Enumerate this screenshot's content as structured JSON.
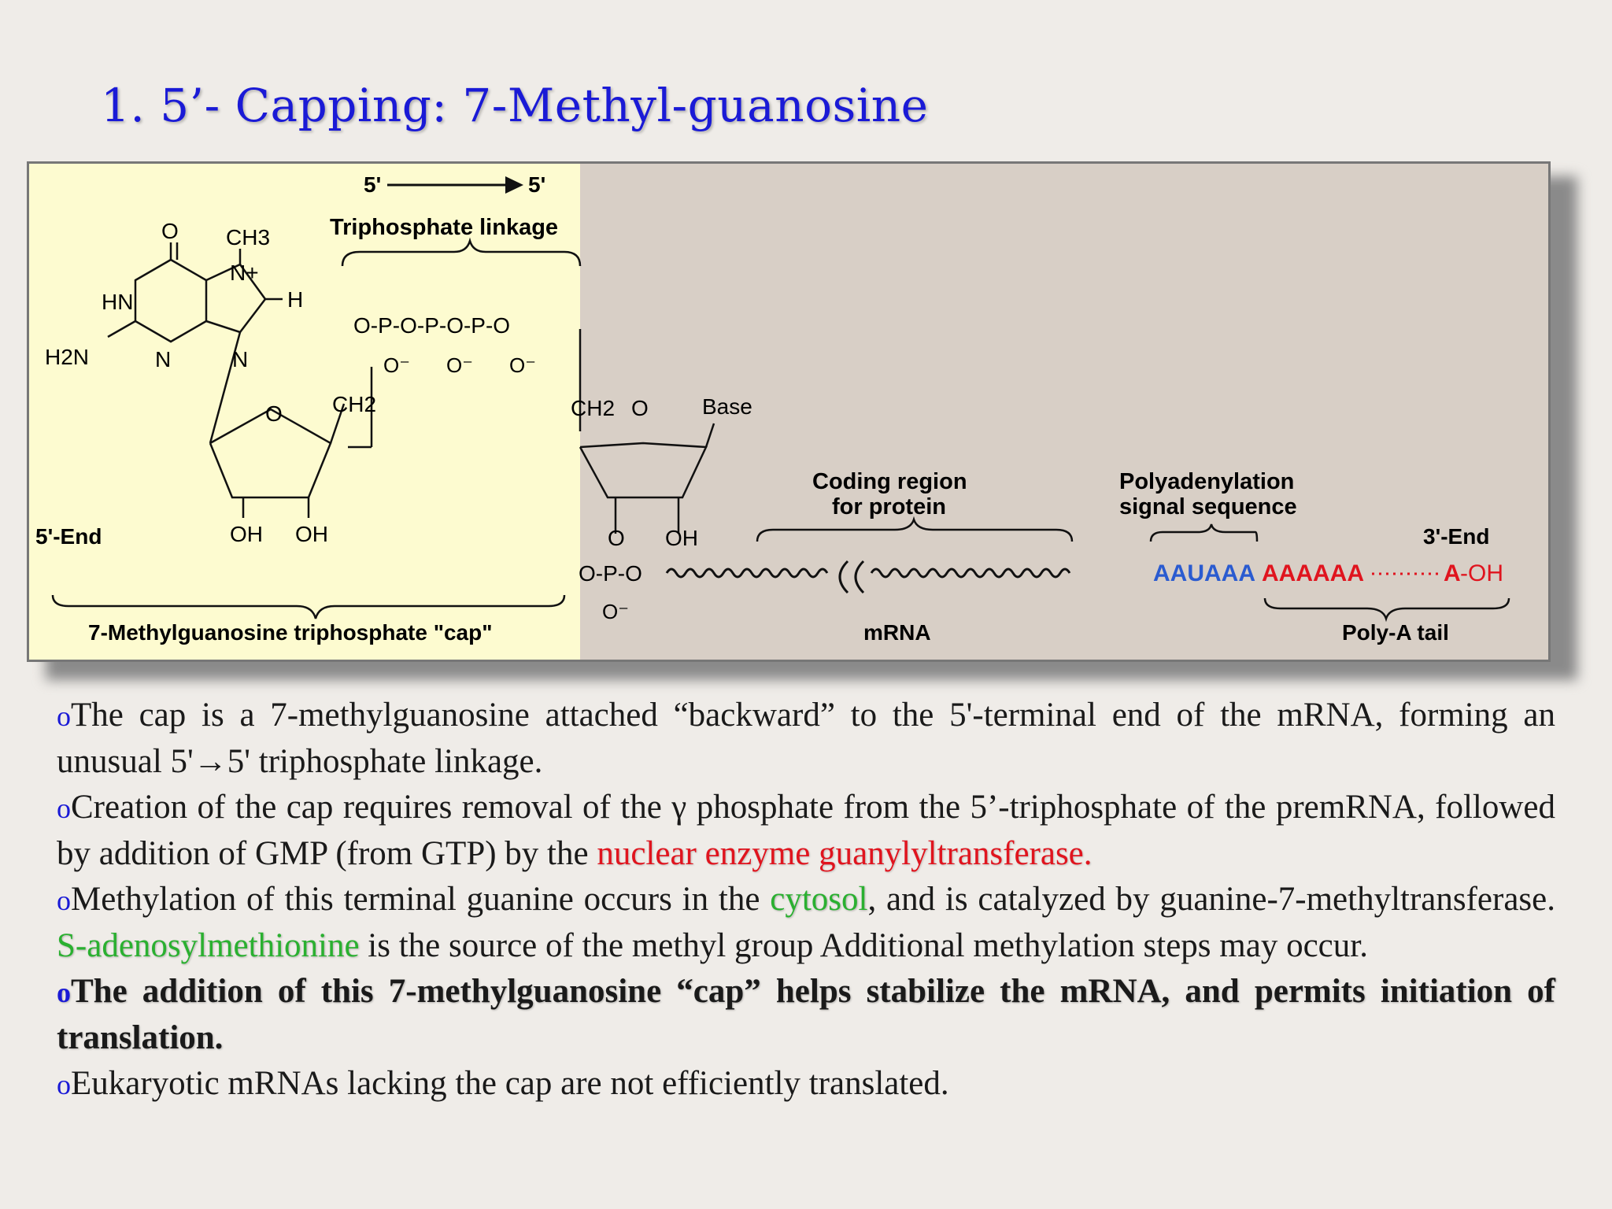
{
  "slide": {
    "title": "1. 5’- Capping: 7-Methyl-guanosine"
  },
  "figure": {
    "five_prime_left": "5'",
    "five_prime_right": "5'",
    "triphosphate_linkage": "Triphosphate linkage",
    "ch3": "CH3",
    "n_plus": "N+",
    "h": "H",
    "hn": "HN",
    "h2n": "H2N",
    "o_top": "O",
    "n3": "N",
    "n9": "N",
    "ring_o_cap": "O",
    "ch2_cap": "CH2",
    "oh_2": "OH",
    "oh_3": "OH",
    "five_end": "5'-End",
    "cap_label": "7-Methylguanosine triphosphate \"cap\"",
    "ch2_mrna": "CH2",
    "ring_o_mrna": "O",
    "base": "Base",
    "coding_region_line1": "Coding region",
    "coding_region_line2": "for protein",
    "polyadenylation_line1": "Polyadenylation",
    "polyadenylation_line2": "signal sequence",
    "three_end": "3'-End",
    "oh_mrna": "OH",
    "o_mrna": "O",
    "aauaaa": "AAUAAA",
    "aaaaaa": "AAAAAA",
    "a_oh_a": "A",
    "a_oh_oh": "-OH",
    "mrna": "mRNA",
    "poly_a_tail": "Poly-A tail",
    "phosphate_chain": "O-P-O-P-O-P-O",
    "phosphate_o_minus": "O⁻",
    "phosphate_mrna": "O-P-O",
    "colors": {
      "cap_bg": "#fdfbd0",
      "mrna_bg": "#d8cfc6",
      "aauaaa": "#2a5bd0",
      "polya": "#e0141e"
    }
  },
  "bullets": {
    "b1": "The cap is a 7-methylguanosine attached “backward” to the 5'-terminal end of the mRNA, forming an unusual 5'→5' triphosphate linkage.",
    "b2_pre": "Creation of the cap requires removal of the γ phosphate from the 5’-triphosphate of the premRNA, followed by addition of GMP (from GTP) by the ",
    "b2_red": "nuclear enzyme guanylyltransferase.",
    "b3_a": "Methylation of this terminal guanine occurs in the ",
    "b3_green1": "cytosol",
    "b3_b": ", and is catalyzed by guanine-7-methyltransferase. ",
    "b3_green2": "S-adenosylmethionine",
    "b3_c": " is the source of the methyl group Additional methylation steps may occur.",
    "b4": "The addition of this 7-methylguanosine “cap” helps stabilize the mRNA, and permits initiation of translation.",
    "b5": "Eukaryotic mRNAs lacking the cap are not efficiently translated.",
    "bullet_mark": "o"
  }
}
